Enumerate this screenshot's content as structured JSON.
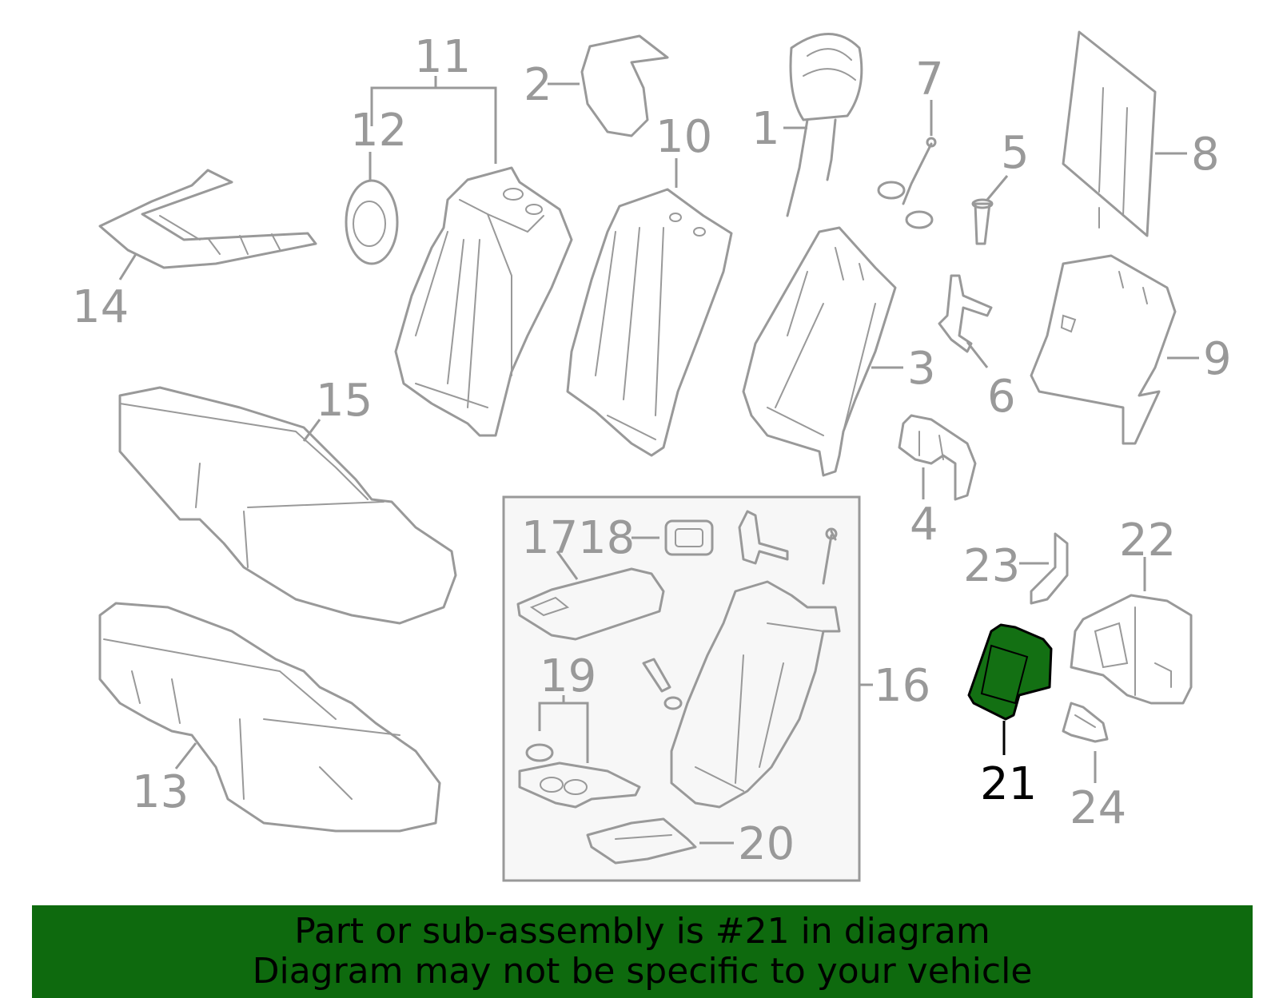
{
  "callouts": [
    {
      "id": "1",
      "label": "1"
    },
    {
      "id": "2",
      "label": "2"
    },
    {
      "id": "3",
      "label": "3"
    },
    {
      "id": "4",
      "label": "4"
    },
    {
      "id": "5",
      "label": "5"
    },
    {
      "id": "6",
      "label": "6"
    },
    {
      "id": "7",
      "label": "7"
    },
    {
      "id": "8",
      "label": "8"
    },
    {
      "id": "9",
      "label": "9"
    },
    {
      "id": "10",
      "label": "10"
    },
    {
      "id": "11",
      "label": "11"
    },
    {
      "id": "12",
      "label": "12"
    },
    {
      "id": "13",
      "label": "13"
    },
    {
      "id": "14",
      "label": "14"
    },
    {
      "id": "15",
      "label": "15"
    },
    {
      "id": "16",
      "label": "16"
    },
    {
      "id": "17",
      "label": "17"
    },
    {
      "id": "18",
      "label": "18"
    },
    {
      "id": "19",
      "label": "19"
    },
    {
      "id": "20",
      "label": "20"
    },
    {
      "id": "21",
      "label": "21"
    },
    {
      "id": "22",
      "label": "22"
    },
    {
      "id": "23",
      "label": "23"
    },
    {
      "id": "24",
      "label": "24"
    }
  ],
  "highlight": {
    "part": "21",
    "color": "#137013"
  },
  "colors": {
    "line": "#999999",
    "banner": "#0e6a0e",
    "text": "#000000"
  },
  "banner": {
    "line1": "Part or sub-assembly is #21 in diagram",
    "line2": "Diagram may not be specific to your vehicle"
  }
}
